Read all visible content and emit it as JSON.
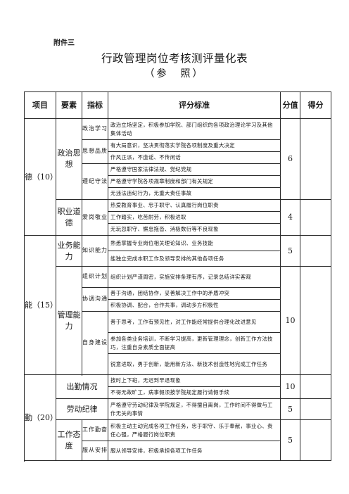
{
  "header": {
    "attachment": "附件三",
    "title": "行政管理岗位考核测评量化表",
    "subtitle": "（参　照）"
  },
  "columns": {
    "item": "项目",
    "element": "要素",
    "indicator": "指标",
    "criteria": "评分标准",
    "points": "分值",
    "score": "得分"
  },
  "sections": {
    "de": {
      "item": "德（10）",
      "politics": "政治思想",
      "pol_study": "政治学习",
      "pol_study_c": "政治立场坚定，积极参加学院、部门组织的各项政治理论学习及其他集体活动",
      "thought_q": "思想品质",
      "thought_q_c1": "有大局意识，坚决贯彻落实学院各项制度及重大决定",
      "thought_q_c2": "作风正派，不造谣、不传闲话",
      "law": "遵纪守法",
      "law_c1": "严格遵守国家法律法规、党纪党规",
      "law_c2": "严格遵守学院各项规章制度和部门有关规定",
      "law_c3": "无违法违纪行为，无重大责任事故",
      "politics_pts": "6",
      "ethics": "职业道德",
      "dedication": "爱岗敬业",
      "ded_c1": "热爱教育事业、忠于职守、认真履行岗位职责",
      "ded_c2": "工作踏实，吃苦耐劳，积极进取",
      "ded_c3": "无玩忽职守、懈怠拖沓、消极数衍等不良现象",
      "ethics_pts": "4"
    },
    "neng": {
      "item": "能（15）",
      "business": "业务能力",
      "knowledge": "知识能力",
      "kn_c1": "熟悉掌握专业岗位相关理论知识、业务技能",
      "kn_c2": "能独立完成本职工作及领导安排的其他各项任务",
      "business_pts": "5",
      "mgmt": "管理能力",
      "org": "组织计划",
      "org_c": "组织计划严谨周密，实施安排条理有序，记录总结详实客观",
      "coord": "协调沟通",
      "coord_c1": "善于沟通，团结协作，妥善解决工作中的矛盾冲突",
      "coord_c2": "积极协调、配合，合作共事，调动多方积极性",
      "self": "自身建设",
      "self_c1": "善于思考，工作有预见性，对工作能经常提供合理化改进意见",
      "self_c2": "参加各类业务培训，不断学习提高，更新管理理念，创新工作方法技巧，注重自身素质全面提高",
      "self_c3": "锐意进取，勇于创新，能用新方法、新技术创造性地完成工作任务",
      "mgmt_pts": "10"
    },
    "qin": {
      "item": "勤（20）",
      "attendance": "出勤情况",
      "att_c1": "按时上下班，无迟到早退现象",
      "att_c2": "不得无故旷工，病事假须按学院规定履行请假手续",
      "attendance_pts": "10",
      "discipline": "劳动纪律",
      "disc_c": "严格遵守劳动纪律及学院规定，不得擅自离岗，工作时间不得做与工作无关的事情",
      "discipline_pts": "5",
      "attitude": "工作态度",
      "diligent": "工作勤奋",
      "dil_c": "积极主动主动完成各项工作任务，忠于职守、乐于奉献，事业心、责任心强，严格履行岗位职责",
      "obey": "服从安排",
      "obey_c": "服从领导安排，积极承担各项工作任务",
      "attitude_pts": "5"
    }
  }
}
